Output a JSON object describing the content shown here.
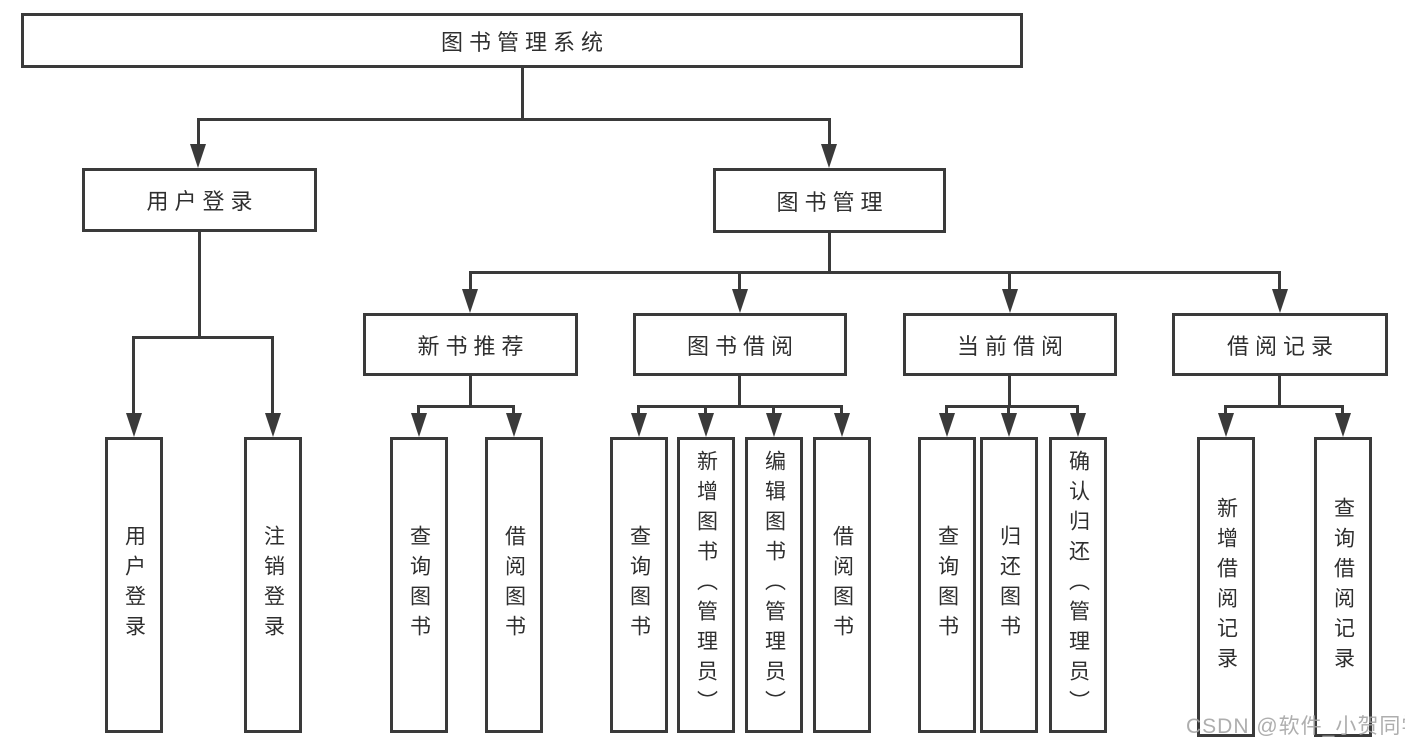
{
  "diagram_type": "hierarchy-tree",
  "nodes": {
    "root": "图书管理系统",
    "user_login": "用户登录",
    "book_mgmt": "图书管理",
    "new_books": "新书推荐",
    "book_borrow": "图书借阅",
    "current_borrow": "当前借阅",
    "borrow_records": "借阅记录",
    "leaves": {
      "user_login": [
        "用户登录",
        "注销登录"
      ],
      "new_books": [
        "查询图书",
        "借阅图书"
      ],
      "book_borrow": [
        "查询图书",
        "新增图书（管理员）",
        "编辑图书（管理员）",
        "借阅图书"
      ],
      "current_borrow": [
        "查询图书",
        "归还图书",
        "确认归还（管理员）"
      ],
      "borrow_records": [
        "新增借阅记录",
        "查询借阅记录"
      ]
    }
  },
  "hierarchy": {
    "图书管理系统": {
      "用户登录": [
        "用户登录",
        "注销登录"
      ],
      "图书管理": {
        "新书推荐": [
          "查询图书",
          "借阅图书"
        ],
        "图书借阅": [
          "查询图书",
          "新增图书（管理员）",
          "编辑图书（管理员）",
          "借阅图书"
        ],
        "当前借阅": [
          "查询图书",
          "归还图书",
          "确认归还（管理员）"
        ],
        "借阅记录": [
          "新增借阅记录",
          "查询借阅记录"
        ]
      }
    }
  },
  "watermark": "CSDN @软件_小贺同学",
  "colors": {
    "line": "#3a3a3a",
    "text": "#2f2f2f",
    "box_background": "#ffffff",
    "page_background": "#ffffff",
    "watermark": "#a5a5a5"
  }
}
